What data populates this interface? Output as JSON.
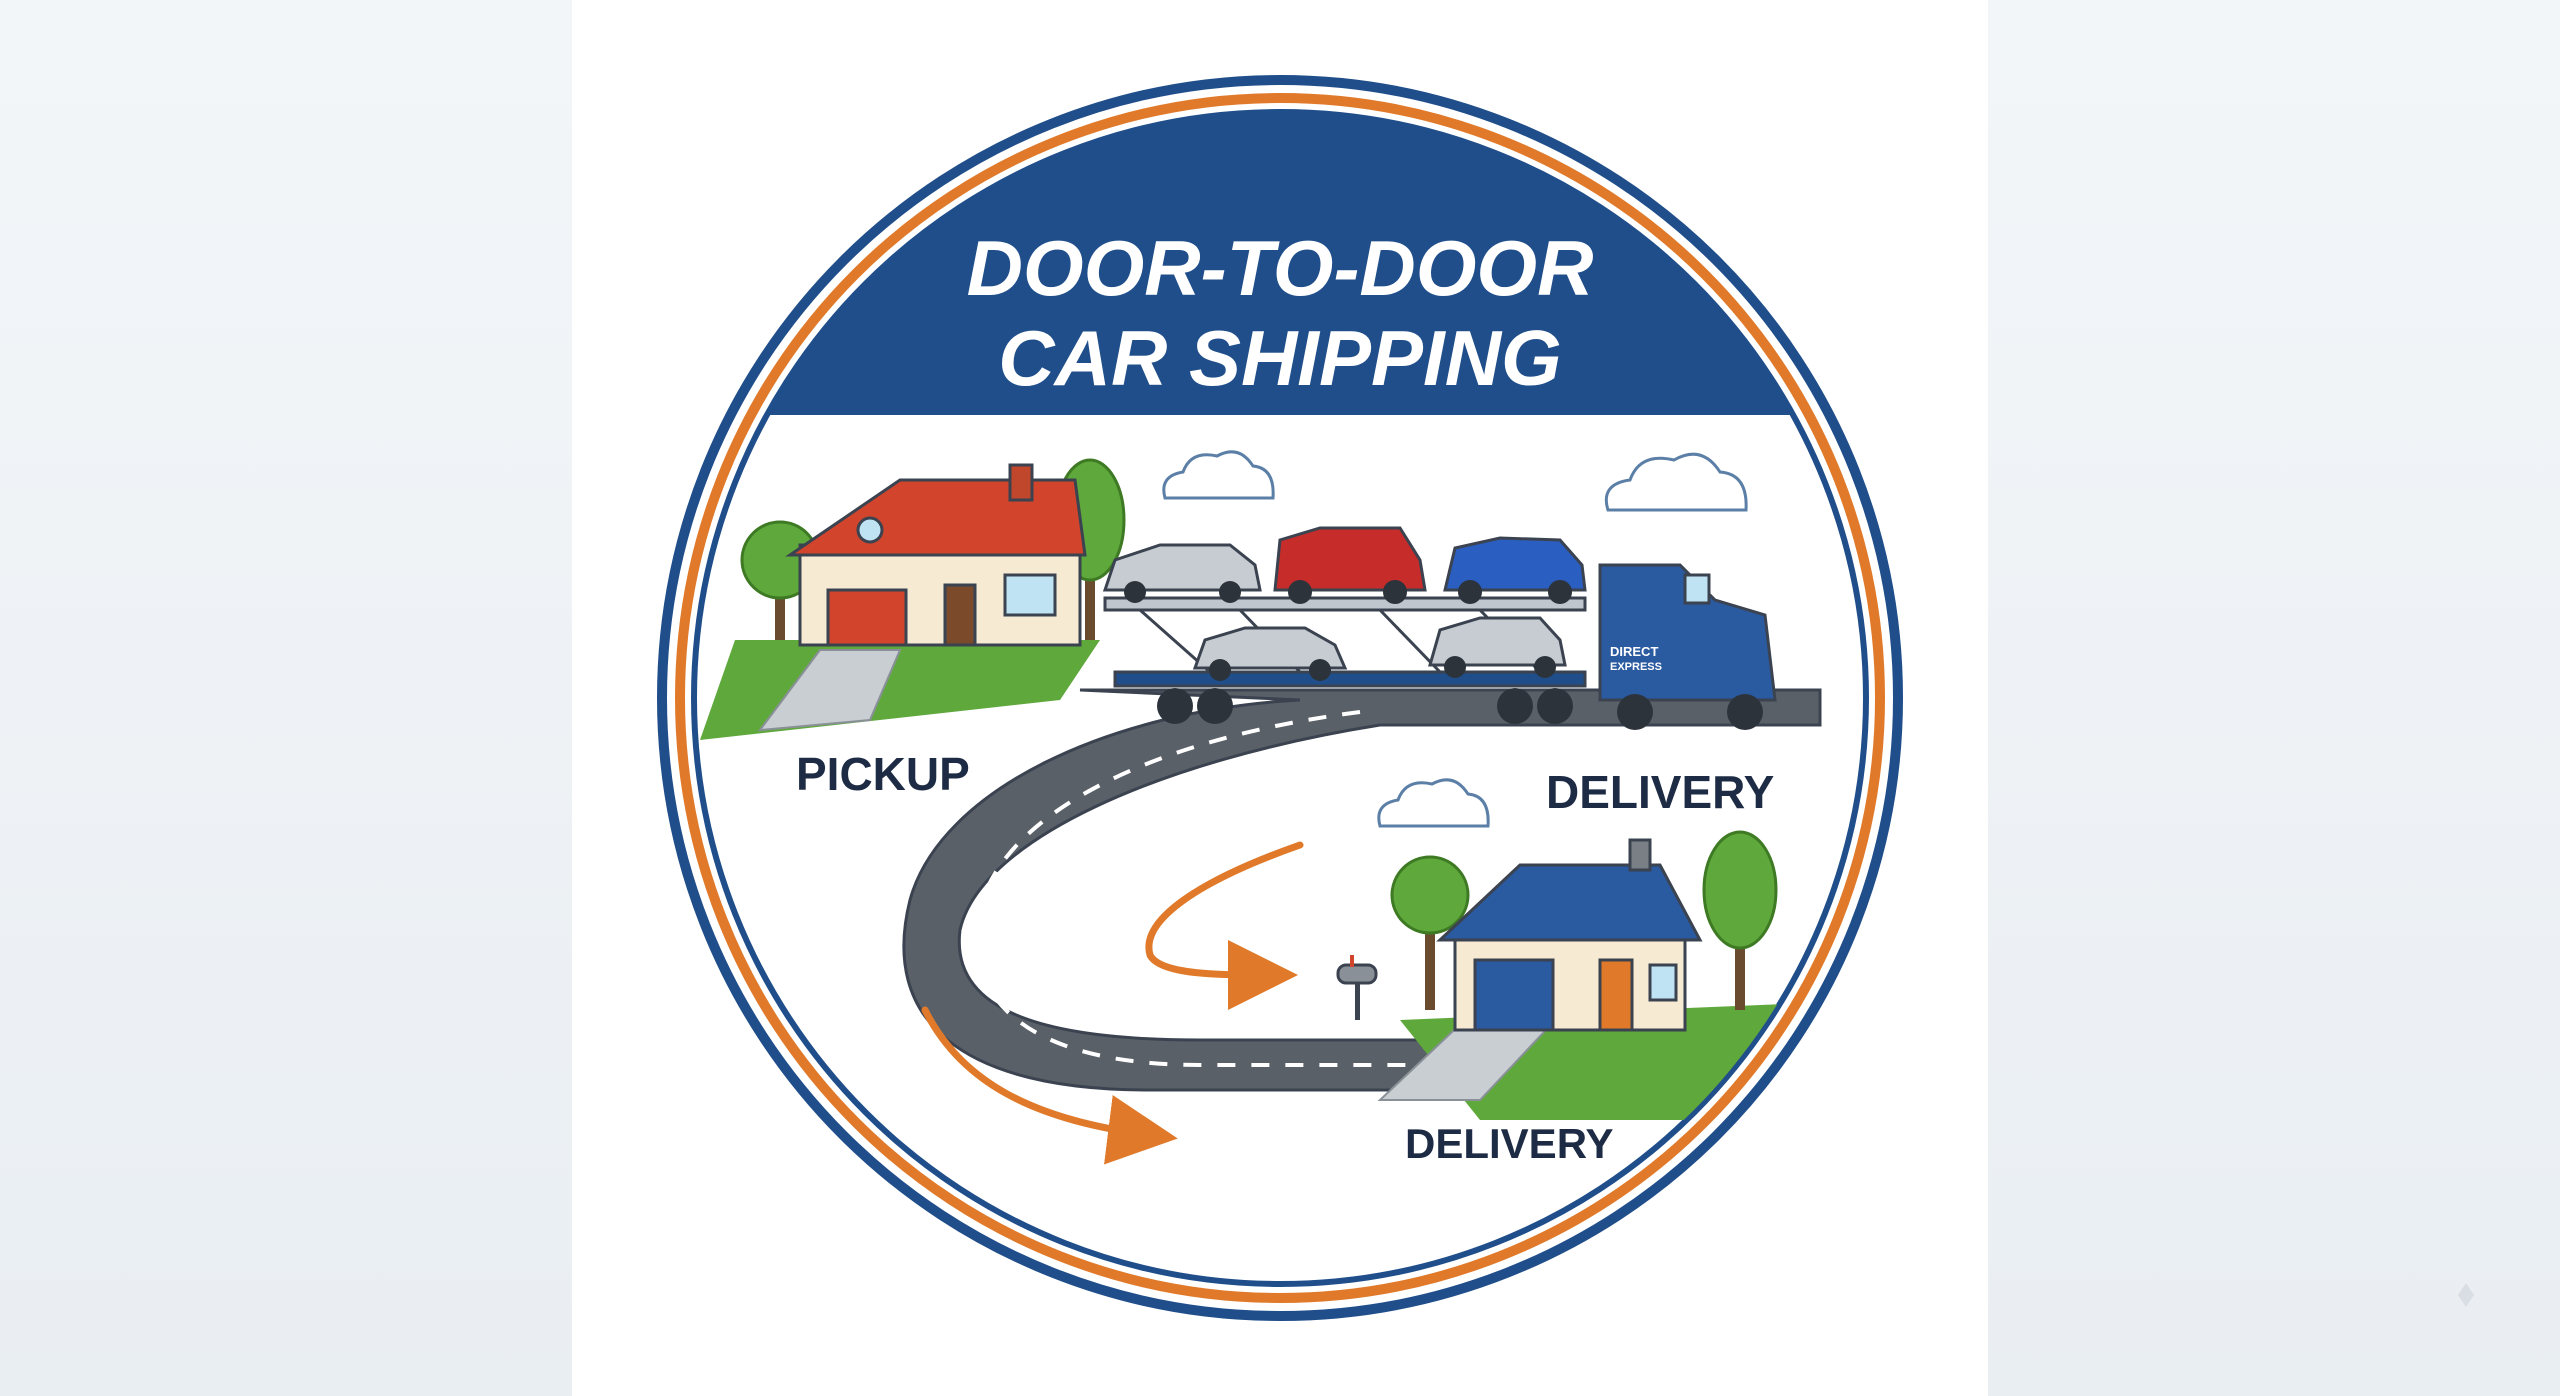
{
  "badge": {
    "title_line1": "DOOR-TO-DOOR",
    "title_line2": "CAR SHIPPING",
    "label_pickup": "PICKUP",
    "label_delivery_upper": "DELIVERY",
    "label_delivery_lower": "DELIVERY",
    "truck_brand_line1": "DIRECT",
    "truck_brand_line2": "EXPRESS"
  },
  "colors": {
    "navy": "#1f4e8a",
    "orange": "#e07a2a",
    "road": "#5a6068",
    "grass": "#5fa83c",
    "roof_red": "#d2452c",
    "roof_blue": "#2a5aa0",
    "text_dark": "#1d2b45"
  }
}
